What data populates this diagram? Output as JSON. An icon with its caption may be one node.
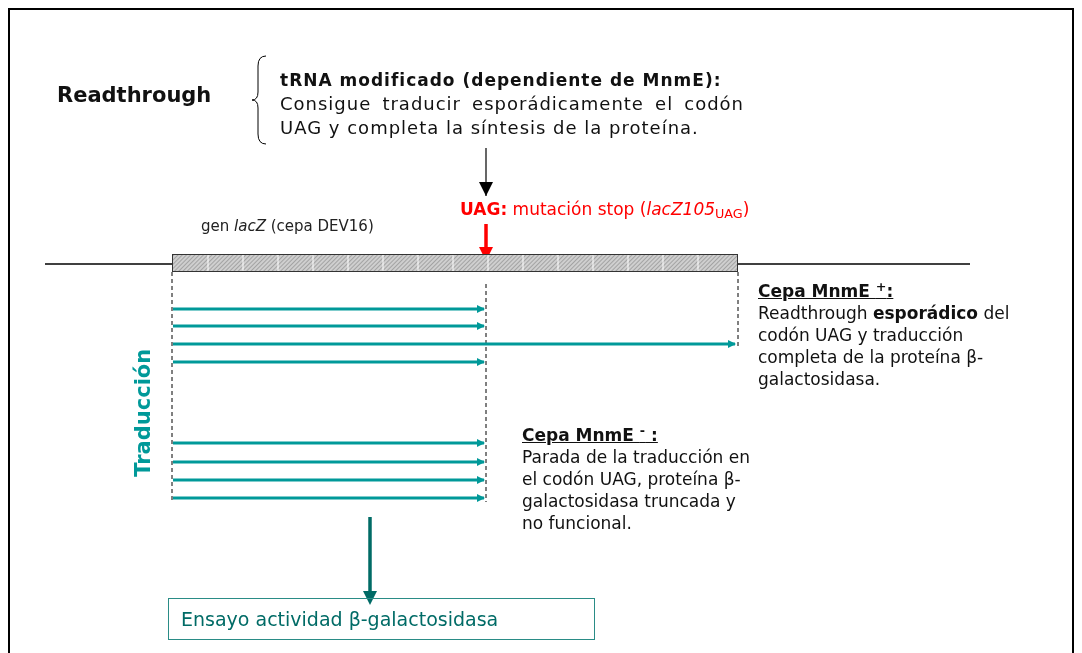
{
  "diagram": {
    "nodes": [
      {
        "text": [
          "tRNA modificado (dependiente de MnmE):",
          "Consigue traducir esporádicamente el codón UAG y completa la síntesis de la proteína."
        ]
      },
      {
        "text": [
          "**UAG:** mutación stop (*lacZ105*$_{UAG}$)"
        ]
      },
      {
        "text": [],
        "shape": "bar",
        "beside": [
          "gen *lacZ* (cepa DEV16)"
        ]
      },
      {
        "text": [
          "Cepa MnmE $^{+}$:",
          "Readthrough **esporádico** del codón UAG y traducción completa de la proteína β-galactosidasa."
        ]
      },
      {
        "text": [
          "Cepa MnmE $^{-}$ :",
          "Parada de la traducción en el codón UAG, proteína β-galactosidasa truncada y no funcional."
        ]
      },
      {
        "text": [
          "Ensayo actividad β-galactosidasa"
        ]
      }
    ],
    "edges": [
      {
        "from": 0,
        "to": 1,
        "arrow": "to"
      },
      {
        "from": 1,
        "to": 2,
        "arrow": "to",
        "color": "#ff0000"
      },
      {
        "from": null,
        "to": 5,
        "arrow": "to",
        "color": "#006b66"
      }
    ],
    "labels": [
      "Readthrough",
      "Traducción"
    ]
  }
}
